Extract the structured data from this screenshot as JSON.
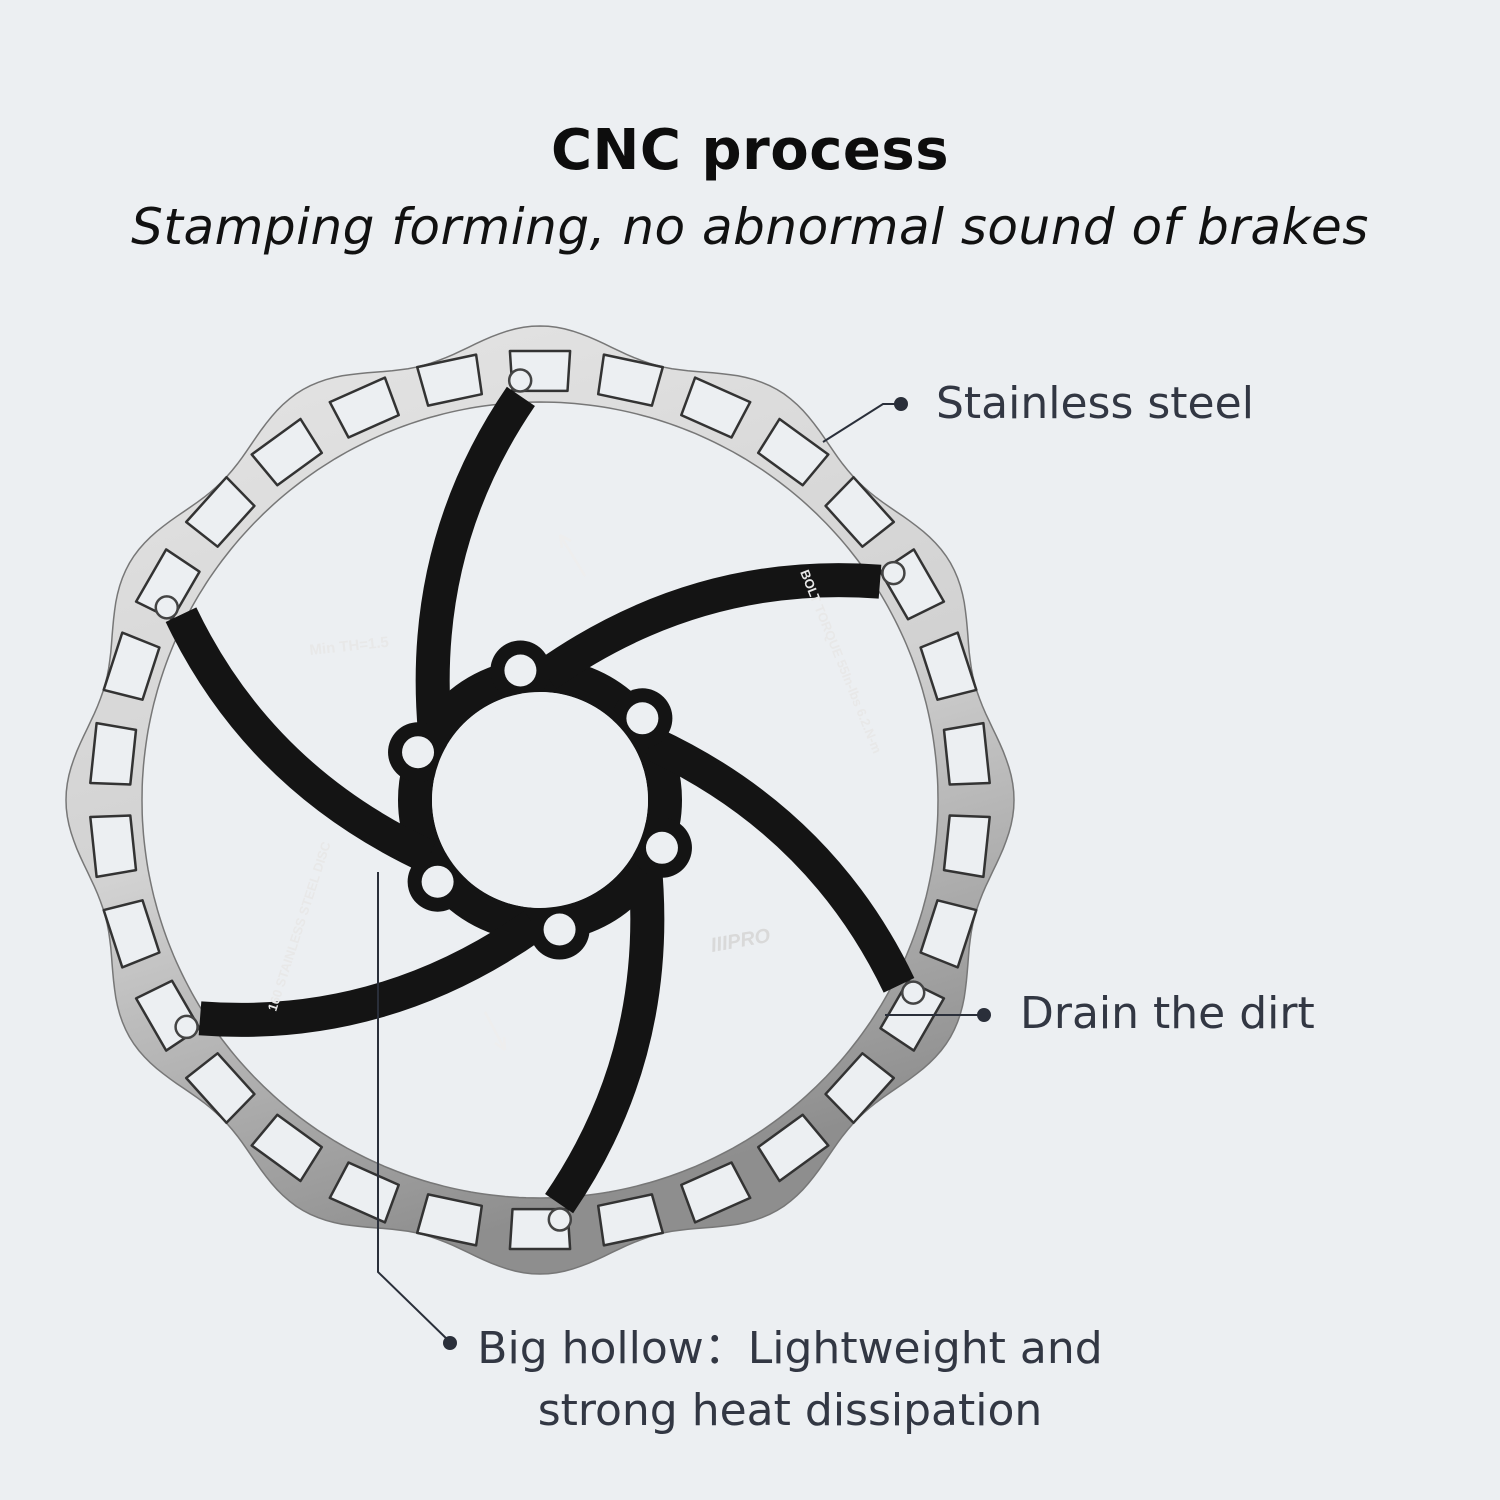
{
  "header": {
    "title": "CNC process",
    "subtitle": "Stamping forming, no abnormal sound of brakes"
  },
  "callouts": {
    "stainless_steel": "Stainless steel",
    "drain_dirt": "Drain the dirt",
    "big_hollow_line1": "Big hollow：Lightweight and",
    "big_hollow_line2": "strong heat dissipation"
  },
  "rotor": {
    "markings": {
      "min_thickness": "Min TH=1.5",
      "bolt_torque": "BOLT TORQUE 55In-lbs 6.2.N-m",
      "disc_label": "160 STAINLESS STEEL DISC",
      "brand": "IIIPRO"
    },
    "spoke_count": 6,
    "rim_window_count": 30,
    "colors": {
      "rim": "#c9c9c9",
      "carrier": "#141414",
      "leader_line": "#2a2f3a",
      "background": "#eceff2"
    }
  }
}
